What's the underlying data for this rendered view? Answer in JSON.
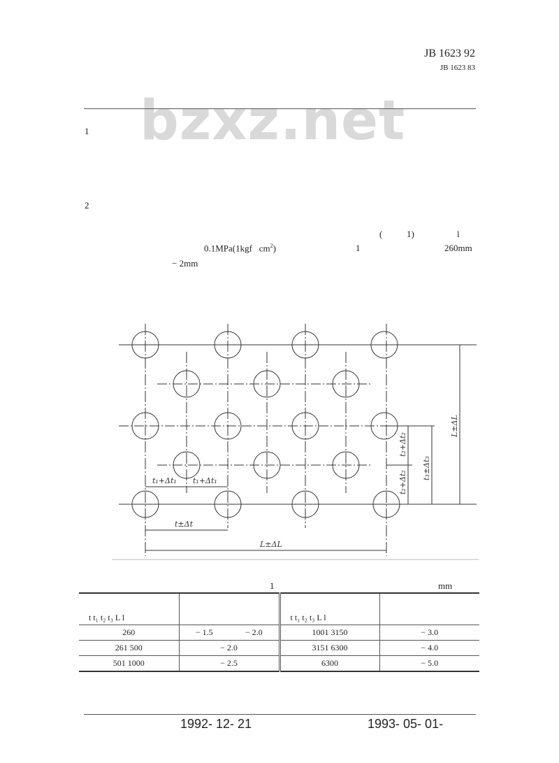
{
  "header": {
    "standard_number": "JB 1623   92",
    "replaces": "JB 1623   83",
    "watermark": "bzxz.net"
  },
  "sections": [
    {
      "number": "1"
    },
    {
      "number": "2"
    }
  ],
  "paragraph": {
    "line1_a": "(",
    "line1_b": "1)",
    "line1_c": "l",
    "line2_a": "0.1MPa(1kgf   cm",
    "line2_sup": "2",
    "line2_b": ")",
    "line2_c": "1",
    "line2_d": "260mm",
    "line3": "− 2mm"
  },
  "figure": {
    "labels": {
      "t1": "t₁+Δt₁",
      "t1b": "t₁+Δt₁",
      "t": "t±Δt",
      "L": "L±ΔL",
      "t2a": "t₂+Δt₂",
      "t2b": "t₂+Δt₂",
      "t3": "t₃±Δt₃",
      "Lv": "L±ΔL"
    }
  },
  "table": {
    "number": "1",
    "unit": "mm",
    "header_left": "t   t₁   t₂   t₃   L   l",
    "header_right": "t   t₁   t₂   t₃   L   l",
    "rows": [
      {
        "a": "260",
        "b1": "− 1.5",
        "b2": "− 2.0",
        "c": "1001   3150",
        "d": "− 3.0"
      },
      {
        "a": "261   500",
        "b": "− 2.0",
        "c": "3151   6300",
        "d": "− 4.0"
      },
      {
        "a": "501   1000",
        "b": "− 2.5",
        "c": "6300",
        "d": "− 5.0"
      }
    ]
  },
  "footer": {
    "issue_date": "1992- 12- 21",
    "effective_date": "1993- 05- 01-"
  }
}
